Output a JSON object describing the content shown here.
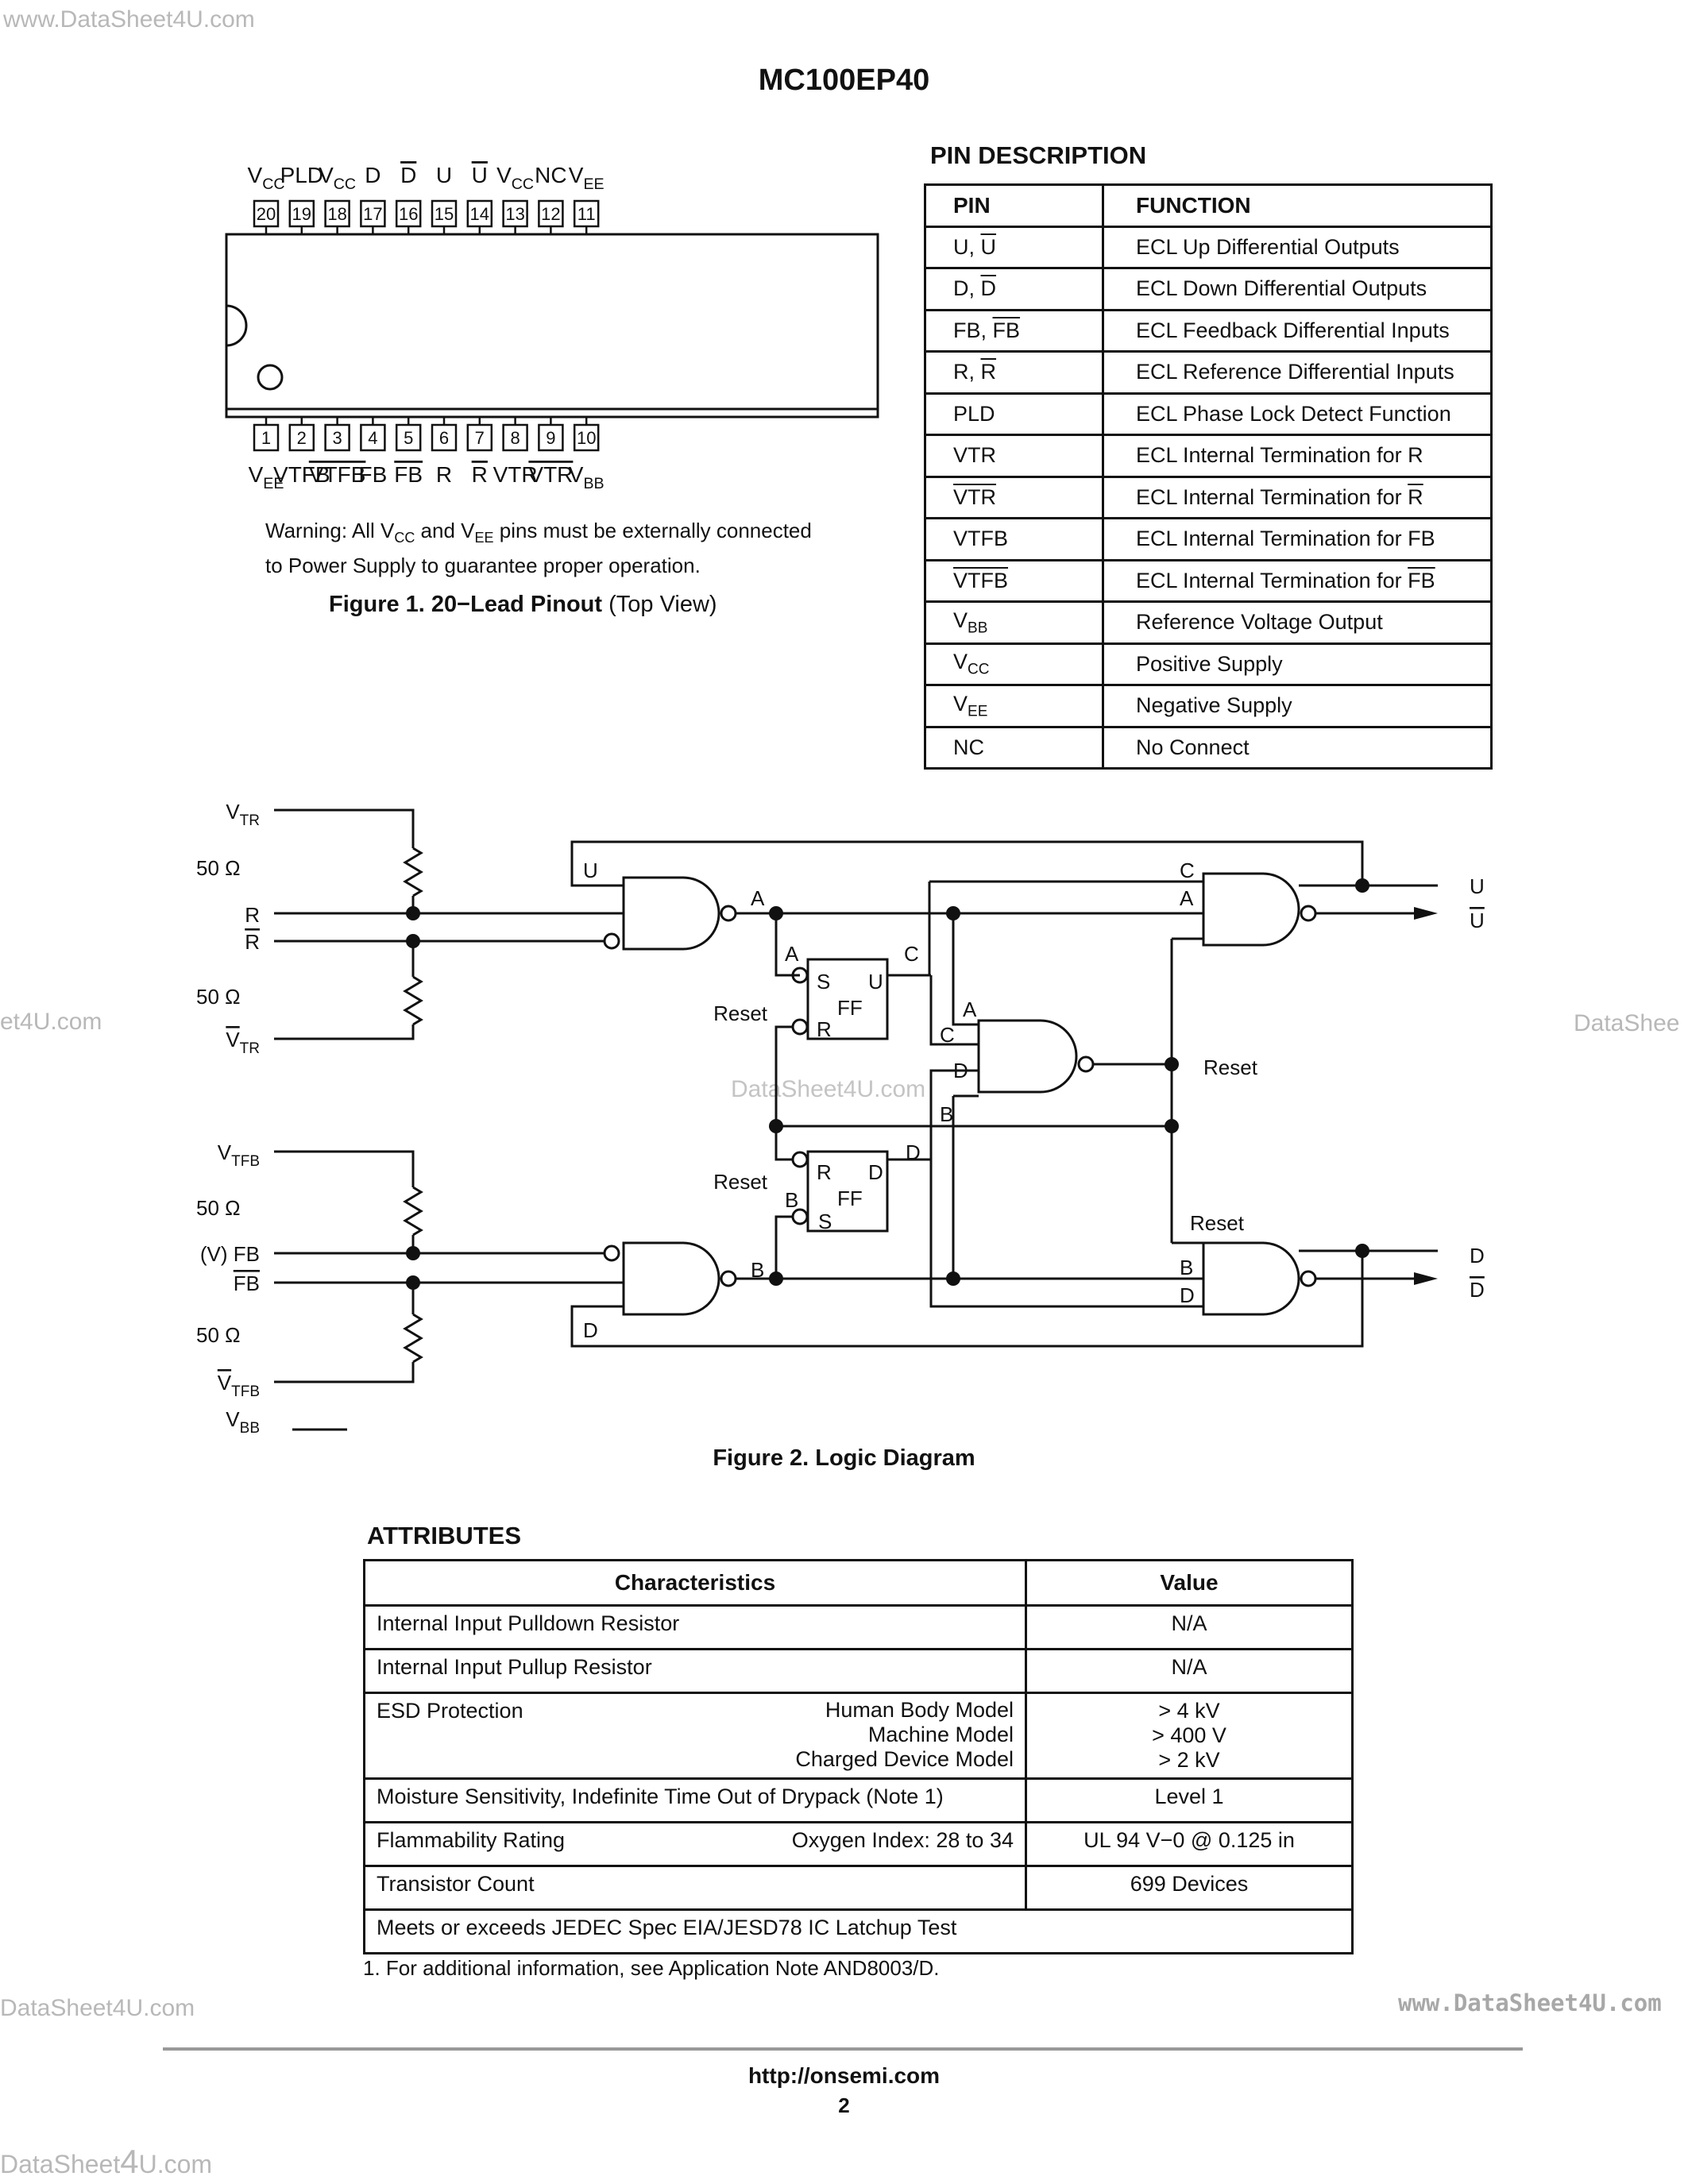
{
  "watermarks": {
    "top_left": "www.DataSheet4U.com",
    "mid_left": "et4U.com",
    "mid_right": "DataShee",
    "center": "DataSheet4U.com",
    "lower_left": "DataSheet4U.com",
    "lower_right": "www.DataSheet4U.com",
    "bottom_left_a": "DataSheet",
    "bottom_left_4": "4",
    "bottom_left_b": "U.com"
  },
  "header": {
    "title": "MC100EP40"
  },
  "pinout": {
    "top_pins": [
      {
        "num": "20",
        "name": "V",
        "sub": "CC",
        "over": false
      },
      {
        "num": "19",
        "name": "PLD",
        "sub": "",
        "over": false
      },
      {
        "num": "18",
        "name": "V",
        "sub": "CC",
        "over": false
      },
      {
        "num": "17",
        "name": "D",
        "sub": "",
        "over": false
      },
      {
        "num": "16",
        "name": "D",
        "sub": "",
        "over": true
      },
      {
        "num": "15",
        "name": "U",
        "sub": "",
        "over": false
      },
      {
        "num": "14",
        "name": "U",
        "sub": "",
        "over": true
      },
      {
        "num": "13",
        "name": "V",
        "sub": "CC",
        "over": false
      },
      {
        "num": "12",
        "name": "NC",
        "sub": "",
        "over": false
      },
      {
        "num": "11",
        "name": "V",
        "sub": "EE",
        "over": false
      }
    ],
    "bottom_pins": [
      {
        "num": "1",
        "name": "V",
        "sub": "EE",
        "over": false
      },
      {
        "num": "2",
        "name": "VTFB",
        "sub": "",
        "over": false
      },
      {
        "num": "3",
        "name": "VTFB",
        "sub": "",
        "over": true
      },
      {
        "num": "4",
        "name": "FB",
        "sub": "",
        "over": false
      },
      {
        "num": "5",
        "name": "FB",
        "sub": "",
        "over": true
      },
      {
        "num": "6",
        "name": "R",
        "sub": "",
        "over": false
      },
      {
        "num": "7",
        "name": "R",
        "sub": "",
        "over": true
      },
      {
        "num": "8",
        "name": "VTR",
        "sub": "",
        "over": false
      },
      {
        "num": "9",
        "name": "VTR",
        "sub": "",
        "over": true
      },
      {
        "num": "10",
        "name": "V",
        "sub": "BB",
        "over": false
      }
    ],
    "warning_line1_a": "Warning: All V",
    "warning_line1_cc": "CC",
    "warning_line1_b": " and V",
    "warning_line1_ee": "EE",
    "warning_line1_c": " pins must be externally connected",
    "warning_line2": "to Power Supply to guarantee proper operation.",
    "caption_bold": "Figure 1. 20−Lead Pinout",
    "caption_normal": " (Top View)"
  },
  "pin_description": {
    "heading": "PIN DESCRIPTION",
    "col_pin": "PIN",
    "col_function": "FUNCTION",
    "rows": [
      {
        "pin": "U, ",
        "pin_over": "U",
        "pin_sub": "",
        "function": "ECL Up Differential Outputs",
        "func_over": ""
      },
      {
        "pin": "D, ",
        "pin_over": "D",
        "pin_sub": "",
        "function": "ECL Down Differential Outputs",
        "func_over": ""
      },
      {
        "pin": "FB, ",
        "pin_over": "FB",
        "pin_sub": "",
        "function": "ECL Feedback Differential Inputs",
        "func_over": ""
      },
      {
        "pin": "R, ",
        "pin_over": "R",
        "pin_sub": "",
        "function": "ECL Reference Differential Inputs",
        "func_over": ""
      },
      {
        "pin": "PLD",
        "pin_over": "",
        "pin_sub": "",
        "function": "ECL Phase Lock Detect Function",
        "func_over": ""
      },
      {
        "pin": "VTR",
        "pin_over": "",
        "pin_sub": "",
        "function": "ECL Internal Termination for R",
        "func_over": ""
      },
      {
        "pin": "",
        "pin_over": "VTR",
        "pin_sub": "",
        "function": "ECL Internal Termination for ",
        "func_over": "R"
      },
      {
        "pin": "VTFB",
        "pin_over": "",
        "pin_sub": "",
        "function": "ECL Internal Termination for FB",
        "func_over": ""
      },
      {
        "pin": "",
        "pin_over": "VTFB",
        "pin_sub": "",
        "function": "ECL Internal Termination for ",
        "func_over": "FB"
      },
      {
        "pin": "V",
        "pin_over": "",
        "pin_sub": "BB",
        "function": "Reference Voltage Output",
        "func_over": ""
      },
      {
        "pin": "V",
        "pin_over": "",
        "pin_sub": "CC",
        "function": "Positive Supply",
        "func_over": ""
      },
      {
        "pin": "V",
        "pin_over": "",
        "pin_sub": "EE",
        "function": "Negative Supply",
        "func_over": ""
      },
      {
        "pin": "NC",
        "pin_over": "",
        "pin_sub": "",
        "function": "No Connect",
        "func_over": ""
      }
    ]
  },
  "logic": {
    "vtr": "V",
    "vtr_sub": "TR",
    "r": "R",
    "rbar": "R",
    "vtrbar": "V",
    "vtrbar_sub": "TR",
    "vtfb": "V",
    "vtfb_sub": "TFB",
    "vfb": "(V) FB",
    "fbbar": "FB",
    "vtfbbar": "V",
    "vtfbbar_sub": "TFB",
    "vbb": "V",
    "vbb_sub": "BB",
    "ohm": "50 Ω",
    "u": "U",
    "ubar": "U",
    "d": "D",
    "dbar": "D",
    "a": "A",
    "b": "B",
    "c": "C",
    "s": "S",
    "r_in": "R",
    "ff": "FF",
    "reset": "Reset",
    "caption": "Figure 2. Logic Diagram"
  },
  "attributes": {
    "heading": "ATTRIBUTES",
    "col_char": "Characteristics",
    "col_val": "Value",
    "row1_char": "Internal Input Pulldown Resistor",
    "row1_val": "N/A",
    "row2_char": "Internal Input Pullup Resistor",
    "row2_val": "N/A",
    "esd_label": "ESD Protection",
    "esd_models": [
      "Human Body Model",
      "Machine Model",
      "Charged Device Model"
    ],
    "esd_values": [
      "> 4 kV",
      "> 400 V",
      "> 2 kV"
    ],
    "msl_char": "Moisture Sensitivity, Indefinite Time Out of Drypack (Note 1)",
    "msl_val": "Level 1",
    "flam_char": "Flammability Rating",
    "flam_sub": "Oxygen Index: 28 to 34",
    "flam_val": "UL 94 V−0 @ 0.125 in",
    "tc_char": "Transistor Count",
    "tc_val": "699 Devices",
    "latch": "Meets or exceeds JEDEC Spec EIA/JESD78 IC Latchup Test",
    "note": "1.  For additional information, see Application Note AND8003/D."
  },
  "footer": {
    "url": "http://onsemi.com",
    "page": "2"
  }
}
